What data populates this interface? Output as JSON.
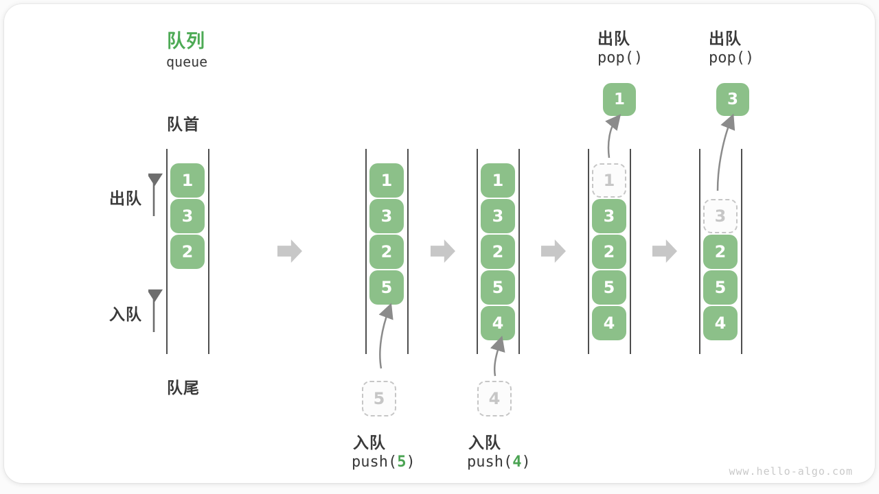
{
  "title": {
    "zh": "队列",
    "en": "queue"
  },
  "labels": {
    "front": "队首",
    "rear": "队尾",
    "dequeue": "出队",
    "enqueue": "入队"
  },
  "ops": {
    "pop": {
      "label": "出队",
      "code": "pop()"
    },
    "push5": {
      "label": "入队",
      "pre": "push(",
      "arg": "5",
      "post": ")"
    },
    "push4": {
      "label": "入队",
      "pre": "push(",
      "arg": "4",
      "post": ")"
    }
  },
  "columns": [
    {
      "cells": [
        "1",
        "3",
        "2"
      ]
    },
    {
      "cells": [
        "1",
        "3",
        "2",
        "5"
      ]
    },
    {
      "cells": [
        "1",
        "3",
        "2",
        "5",
        "4"
      ]
    },
    {
      "ghost": "1",
      "cells": [
        "3",
        "2",
        "5",
        "4"
      ]
    },
    {
      "ghost": "3",
      "cells": [
        "2",
        "5",
        "4"
      ]
    }
  ],
  "popped": [
    "1",
    "3"
  ],
  "staging": [
    "5",
    "4"
  ],
  "watermark": "www.hello-algo.com",
  "colors": {
    "accent_green": "#4daa55",
    "block_green": "#8cc089",
    "arrow_gray": "#c7c7c7",
    "line_gray": "#4e4e4e"
  }
}
